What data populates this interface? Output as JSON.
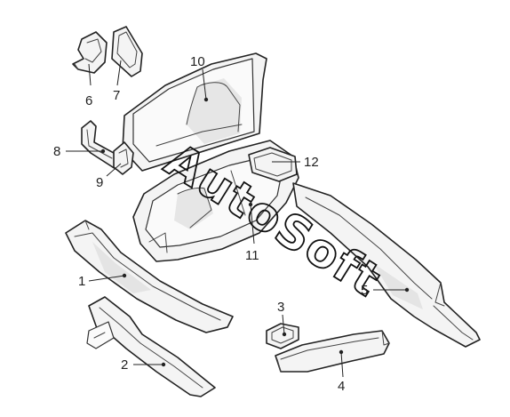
{
  "watermark": "AutoSoft",
  "callouts": [
    {
      "id": "1",
      "label": "1"
    },
    {
      "id": "2",
      "label": "2"
    },
    {
      "id": "3",
      "label": "3"
    },
    {
      "id": "4",
      "label": "4"
    },
    {
      "id": "5",
      "label": "5"
    },
    {
      "id": "6",
      "label": "6"
    },
    {
      "id": "7",
      "label": "7"
    },
    {
      "id": "8",
      "label": "8"
    },
    {
      "id": "9",
      "label": "9"
    },
    {
      "id": "10",
      "label": "10"
    },
    {
      "id": "11",
      "label": "11"
    },
    {
      "id": "12",
      "label": "12"
    }
  ]
}
